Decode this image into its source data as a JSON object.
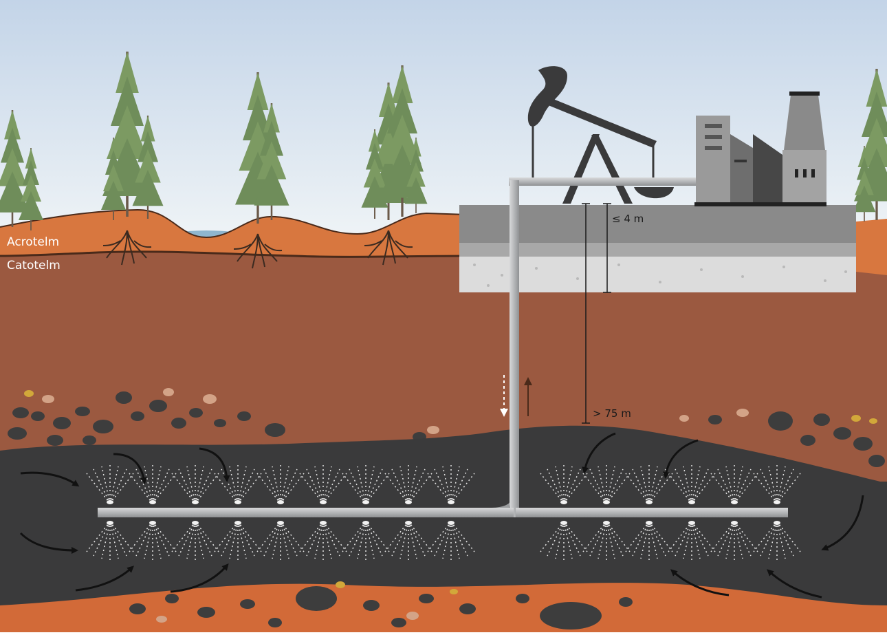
{
  "labels": {
    "acrotelm": "Acrotelm",
    "catotelm": "Catotelm",
    "depth_shallow": "≤ 4 m",
    "depth_deep": "> 75 m"
  },
  "colors": {
    "sky_top": "#c8d8ea",
    "sky_bottom": "#e8eff5",
    "acrotelm": "#d8773f",
    "catotelm": "#9b5940",
    "bitumen": "#3a3a3b",
    "pipe": "#b9bbbd",
    "trees": "#6f8d5a",
    "pad_top": "#8c8c8c",
    "pad_gravel": "#dadada"
  }
}
